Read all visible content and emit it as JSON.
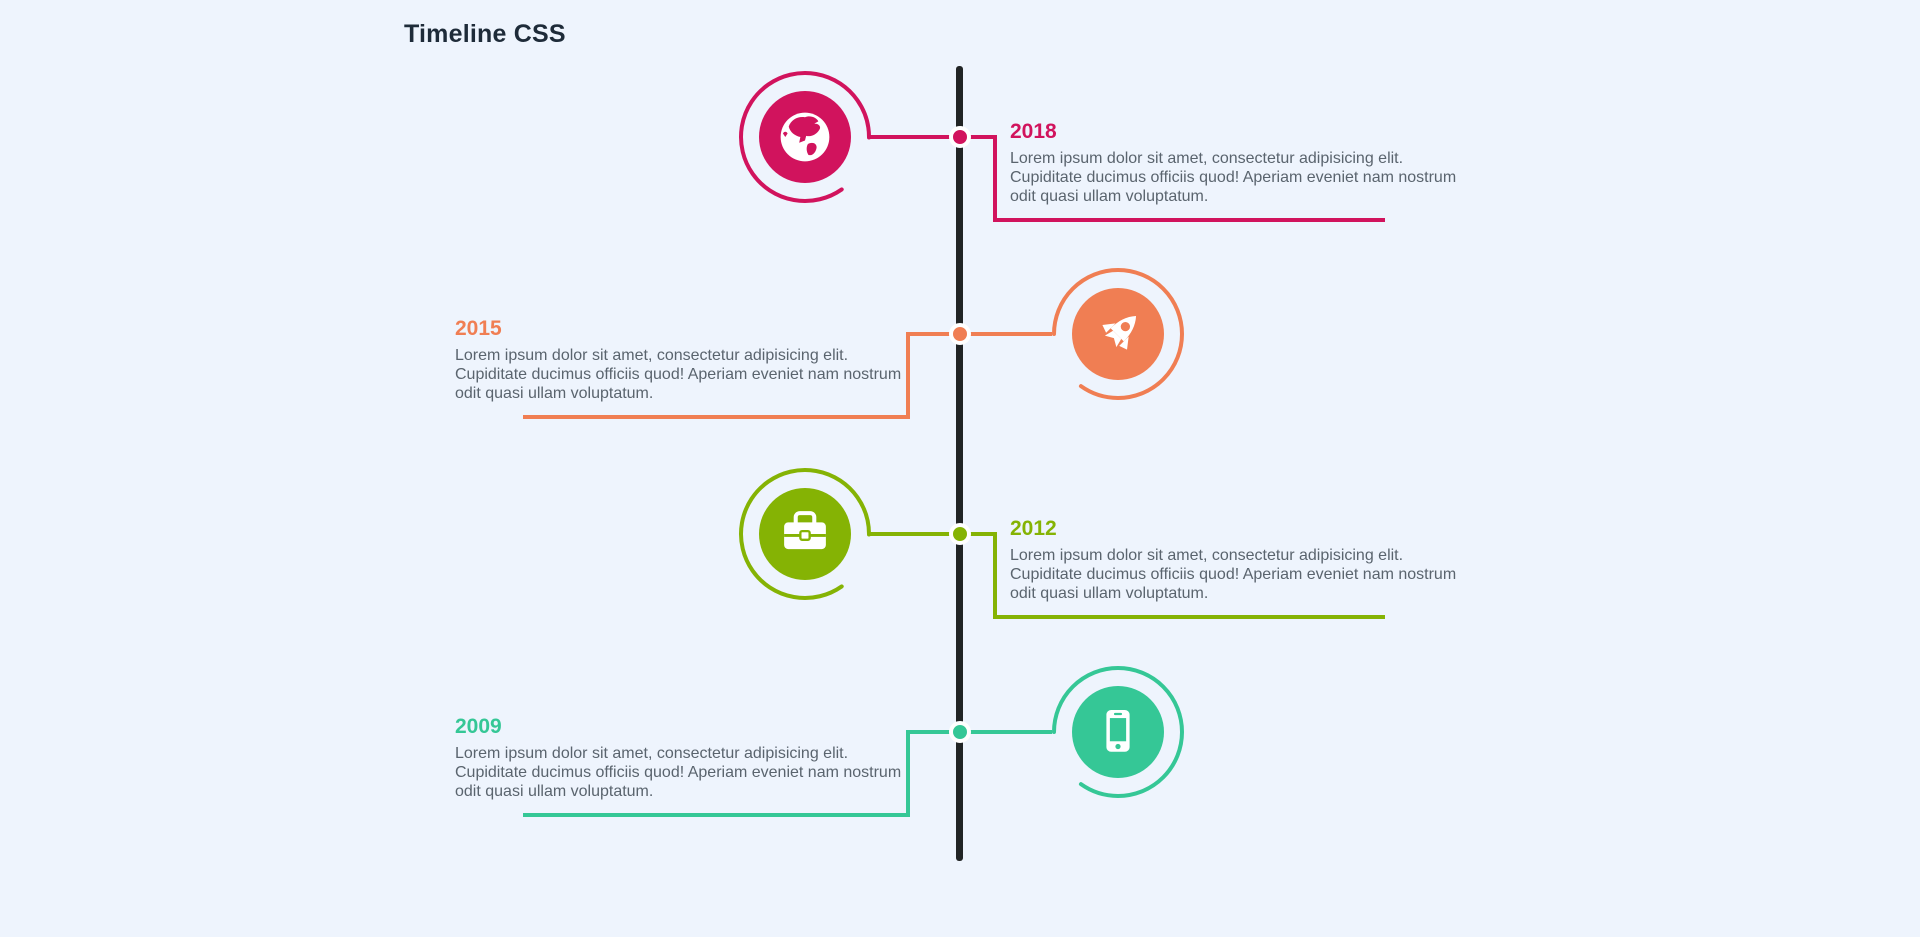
{
  "page": {
    "title": "Timeline CSS",
    "background_color": "#eef4fd",
    "title_color": "#1e2b39",
    "body_text_color": "#5a646e"
  },
  "timeline": {
    "axis_color": "#212425",
    "entries": [
      {
        "year": "2018",
        "side": "right",
        "color": "#d1135d",
        "icon": "globe-icon",
        "lines": [
          "Lorem ipsum dolor sit amet, consectetur adipisicing elit.",
          "Cupiditate ducimus officiis quod! Aperiam eveniet nam nostrum",
          "odit quasi ullam voluptatum."
        ]
      },
      {
        "year": "2015",
        "side": "left",
        "color": "#f07e53",
        "icon": "rocket-icon",
        "lines": [
          "Lorem ipsum dolor sit amet, consectetur adipisicing elit.",
          "Cupiditate ducimus officiis quod! Aperiam eveniet nam nostrum",
          "odit quasi ullam voluptatum."
        ]
      },
      {
        "year": "2012",
        "side": "right",
        "color": "#85b304",
        "icon": "briefcase-icon",
        "lines": [
          "Lorem ipsum dolor sit amet, consectetur adipisicing elit.",
          "Cupiditate ducimus officiis quod! Aperiam eveniet nam nostrum",
          "odit quasi ullam voluptatum."
        ]
      },
      {
        "year": "2009",
        "side": "left",
        "color": "#35c796",
        "icon": "phone-icon",
        "lines": [
          "Lorem ipsum dolor sit amet, consectetur adipisicing elit.",
          "Cupiditate ducimus officiis quod! Aperiam eveniet nam nostrum",
          "odit quasi ullam voluptatum."
        ]
      }
    ]
  }
}
